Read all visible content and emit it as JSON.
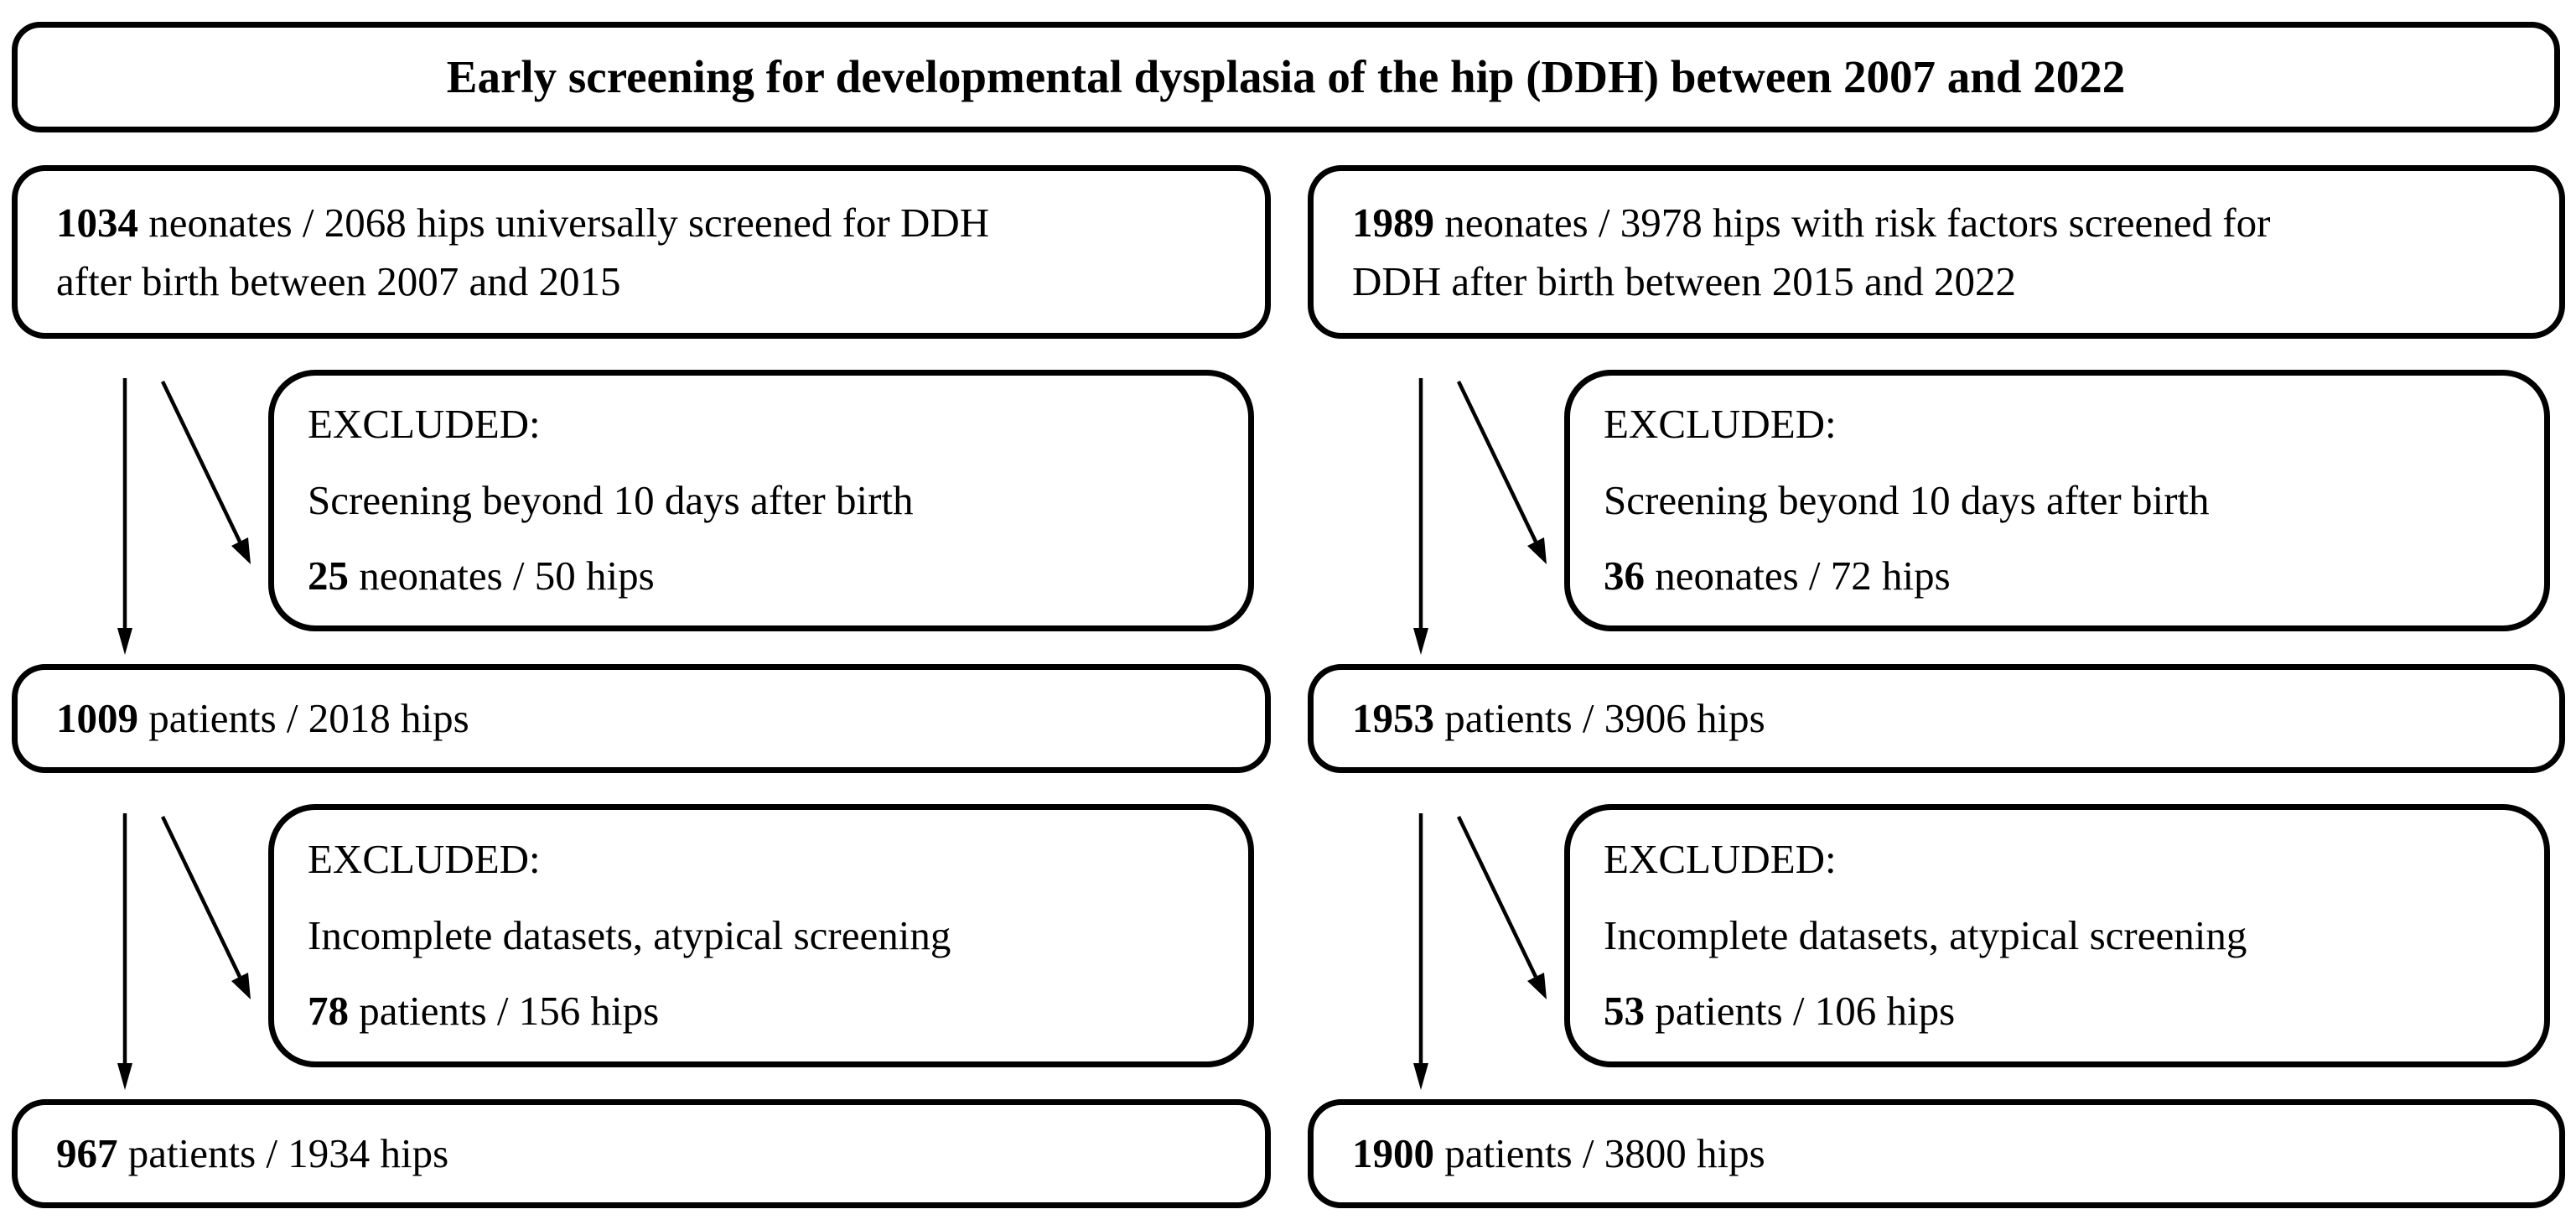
{
  "title": "Early screening for developmental dysplasia of the hip (DDH) between 2007 and 2022",
  "colors": {
    "line": "#000000",
    "background": "#ffffff"
  },
  "columns": [
    {
      "id": "universal-screening-2007-2015",
      "top": {
        "bold": "1034",
        "line1": " neonates / 2068 hips universally screened for DDH",
        "line2": "after birth between 2007 and 2015"
      },
      "excluded1": {
        "label": "EXCLUDED:",
        "reason": "Screening beyond 10 days after birth",
        "bold": "25",
        "text": " neonates / 50 hips"
      },
      "mid": {
        "bold": "1009",
        "text": " patients / 2018 hips"
      },
      "excluded2": {
        "label": "EXCLUDED:",
        "reason": "Incomplete datasets, atypical screening",
        "bold": "78",
        "text": " patients / 156 hips"
      },
      "bottom": {
        "bold": "967",
        "text": " patients / 1934 hips"
      }
    },
    {
      "id": "risk-factor-screening-2015-2022",
      "top": {
        "bold": "1989",
        "line1": " neonates / 3978 hips with risk factors screened for",
        "line2": "DDH after birth between 2015 and 2022"
      },
      "excluded1": {
        "label": "EXCLUDED:",
        "reason": "Screening beyond 10 days after birth",
        "bold": "36",
        "text": " neonates / 72 hips"
      },
      "mid": {
        "bold": "1953",
        "text": " patients / 3906 hips"
      },
      "excluded2": {
        "label": "EXCLUDED:",
        "reason": "Incomplete datasets, atypical screening",
        "bold": "53",
        "text": " patients / 106 hips"
      },
      "bottom": {
        "bold": "1900",
        "text": " patients / 3800 hips"
      }
    }
  ]
}
